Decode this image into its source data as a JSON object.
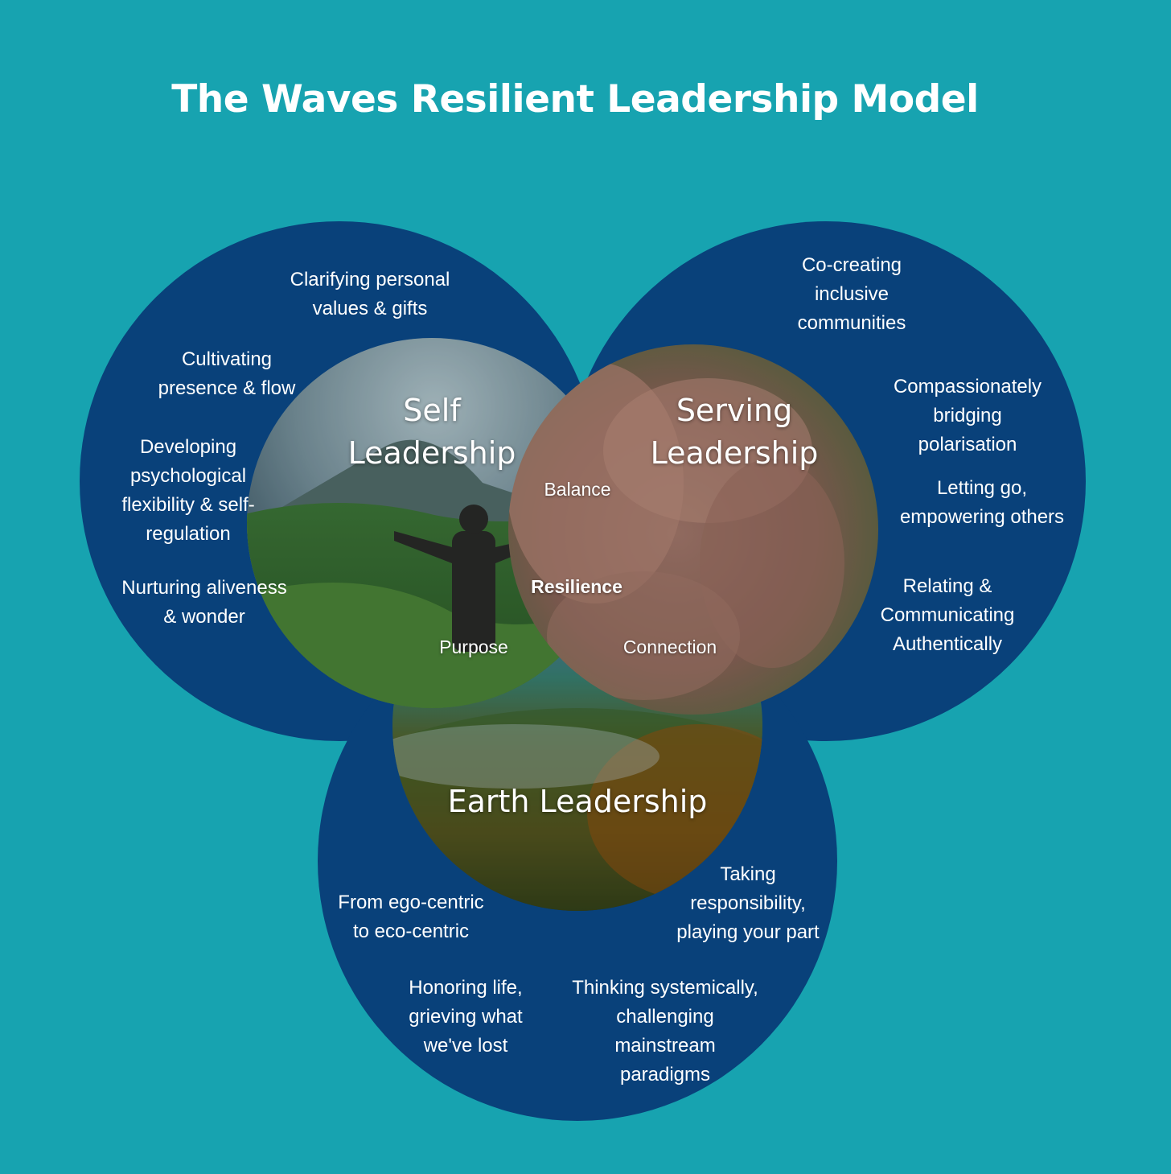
{
  "title": "The Waves Resilient Leadership Model",
  "colors": {
    "background": "#17a3b0",
    "circle": "#09417a",
    "text": "#ffffff"
  },
  "self": {
    "heading": "Self\nLeadership",
    "items": [
      "Clarifying personal\nvalues & gifts",
      "Cultivating\npresence & flow",
      "Developing\npsychological\nflexibility & self-\nregulation",
      "Nurturing aliveness\n& wonder"
    ]
  },
  "serving": {
    "heading": "Serving\nLeadership",
    "items": [
      "Co-creating\ninclusive\ncommunities",
      "Compassionately\nbridging\npolarisation",
      "Letting go,\nempowering others",
      "Relating &\nCommunicating\nAuthentically"
    ]
  },
  "earth": {
    "heading": "Earth Leadership",
    "items": [
      "From ego-centric\nto eco-centric",
      "Taking\nresponsibility,\nplaying your part",
      "Honoring life,\ngrieving what\nwe've lost",
      "Thinking systemically,\nchallenging\nmainstream\nparadigms"
    ]
  },
  "core": {
    "balance": "Balance",
    "resilience": "Resilience",
    "purpose": "Purpose",
    "connection": "Connection"
  }
}
